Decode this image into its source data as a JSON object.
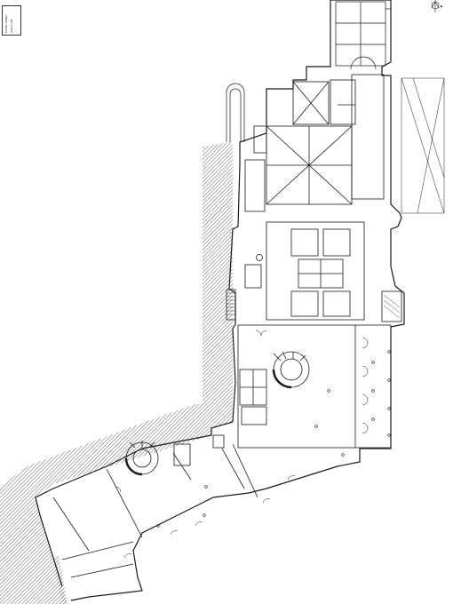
{
  "title_block": {
    "line1": "PIANO TERRA",
    "line2": "scala 1:200"
  },
  "north_arrow": {
    "label": "N"
  },
  "colors": {
    "ink": "#1a1a1a",
    "hatch": "#3a3a3a",
    "background": "#ffffff"
  }
}
